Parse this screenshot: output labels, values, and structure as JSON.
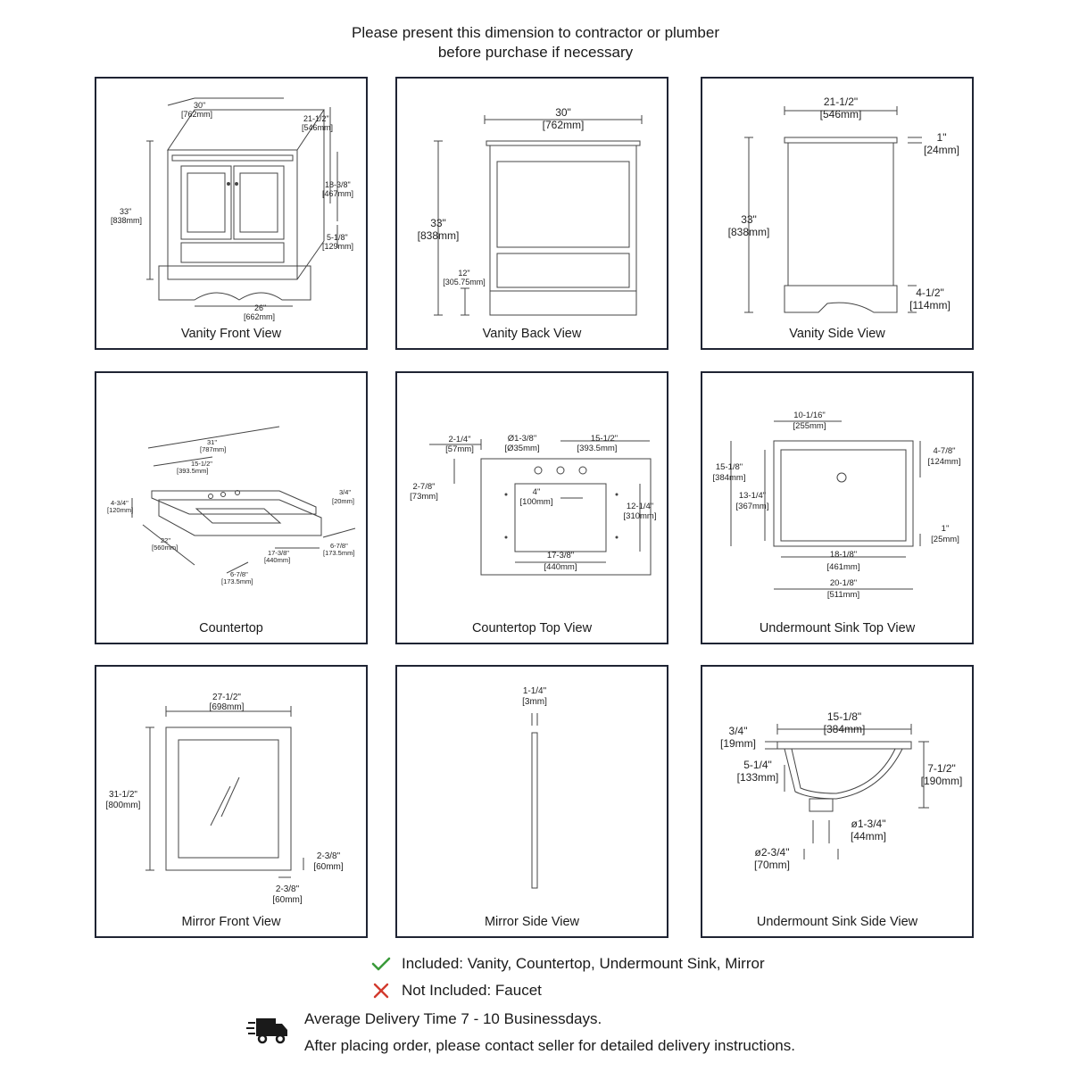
{
  "header": {
    "line1": "Please present this dimension to contractor or plumber",
    "line2": "before purchase if necessary"
  },
  "panels": {
    "vanity_front": {
      "caption": "Vanity Front View",
      "dims": {
        "width": "30\"",
        "width_mm": "[762mm]",
        "depth": "21-1/2\"",
        "depth_mm": "[546mm]",
        "height": "33\"",
        "height_mm": "[838mm]",
        "door": "18-3/8\"",
        "door_mm": "[467mm]",
        "drawer": "5-1/8\"",
        "drawer_mm": "[129mm]",
        "inner": "26\"",
        "inner_mm": "[662mm]"
      }
    },
    "vanity_back": {
      "caption": "Vanity Back View",
      "dims": {
        "width": "30\"",
        "width_mm": "[762mm]",
        "height": "33\"",
        "height_mm": "[838mm]",
        "shelf": "12\"",
        "shelf_mm": "[305.75mm]"
      }
    },
    "vanity_side": {
      "caption": "Vanity Side View",
      "dims": {
        "depth": "21-1/2\"",
        "depth_mm": "[546mm]",
        "top": "1\"",
        "top_mm": "[24mm]",
        "height": "33\"",
        "height_mm": "[838mm]",
        "base": "4-1/2\"",
        "base_mm": "[114mm]"
      }
    },
    "countertop": {
      "caption": "Countertop",
      "dims": {
        "width": "31\"",
        "width_mm": "[787mm]",
        "center": "15-1/2\"",
        "center_mm": "[393.5mm]",
        "splash": "4-3/4\"",
        "splash_mm": "[120mm]",
        "thick": "3/4\"",
        "thick_mm": "[20mm]",
        "depth": "22\"",
        "depth_mm": "[560mm]",
        "sink": "17-3/8\"",
        "sink_mm": "[440mm]",
        "side_r": "6-7/8\"",
        "side_r_mm": "[173.5mm]",
        "side_l": "6-7/8\"",
        "side_l_mm": "[173.5mm]"
      }
    },
    "countertop_top": {
      "caption": "Countertop Top View",
      "dims": {
        "a": "2-1/4\"",
        "a_mm": "[57mm]",
        "hole": "Ø1-3/8\"",
        "hole_mm": "[Ø35mm]",
        "c": "15-1/2\"",
        "c_mm": "[393.5mm]",
        "b": "2-7/8\"",
        "b_mm": "[73mm]",
        "spread": "4\"",
        "spread_mm": "[100mm]",
        "sink_d": "12-1/4\"",
        "sink_d_mm": "[310mm]",
        "sink_w": "17-3/8\"",
        "sink_w_mm": "[440mm]"
      }
    },
    "sink_top": {
      "caption": "Undermount Sink Top View",
      "dims": {
        "drain": "10-1/16\"",
        "drain_mm": "[255mm]",
        "outer_d": "15-1/8\"",
        "outer_d_mm": "[384mm]",
        "inner_d": "13-1/4\"",
        "inner_d_mm": "[367mm]",
        "back": "4-7/8\"",
        "back_mm": "[124mm]",
        "rim": "1\"",
        "rim_mm": "[25mm]",
        "inner_w": "18-1/8\"",
        "inner_w_mm": "[461mm]",
        "outer_w": "20-1/8\"",
        "outer_w_mm": "[511mm]"
      }
    },
    "mirror_front": {
      "caption": "Mirror Front View",
      "dims": {
        "width": "27-1/2\"",
        "width_mm": "[698mm]",
        "height": "31-1/2\"",
        "height_mm": "[800mm]",
        "frame_v": "2-3/8\"",
        "frame_v_mm": "[60mm]",
        "frame_h": "2-3/8\"",
        "frame_h_mm": "[60mm]"
      }
    },
    "mirror_side": {
      "caption": "Mirror Side View",
      "dims": {
        "thick": "1-1/4\"",
        "thick_mm": "[3mm]"
      }
    },
    "sink_side": {
      "caption": "Undermount Sink Side View",
      "dims": {
        "width": "15-1/8\"",
        "width_mm": "[384mm]",
        "rim": "3/4\"",
        "rim_mm": "[19mm]",
        "bowl": "5-1/4\"",
        "bowl_mm": "[133mm]",
        "height": "7-1/2\"",
        "height_mm": "[190mm]",
        "drain_in": "ø1-3/4\"",
        "drain_in_mm": "[44mm]",
        "drain_out": "ø2-3/4\"",
        "drain_out_mm": "[70mm]"
      }
    }
  },
  "footer": {
    "included": "Included: Vanity, Countertop, Undermount Sink, Mirror",
    "not_included": "Not Included: Faucet",
    "delivery": "Average Delivery Time 7 - 10 Businessdays.",
    "instructions": "After placing order, please contact seller for detailed delivery instructions."
  },
  "colors": {
    "check": "#3a9a3a",
    "cross": "#d23a2e",
    "border": "#1f2433"
  },
  "icons": {
    "included": "check-icon",
    "not_included": "cross-icon",
    "delivery": "delivery-truck-icon"
  }
}
